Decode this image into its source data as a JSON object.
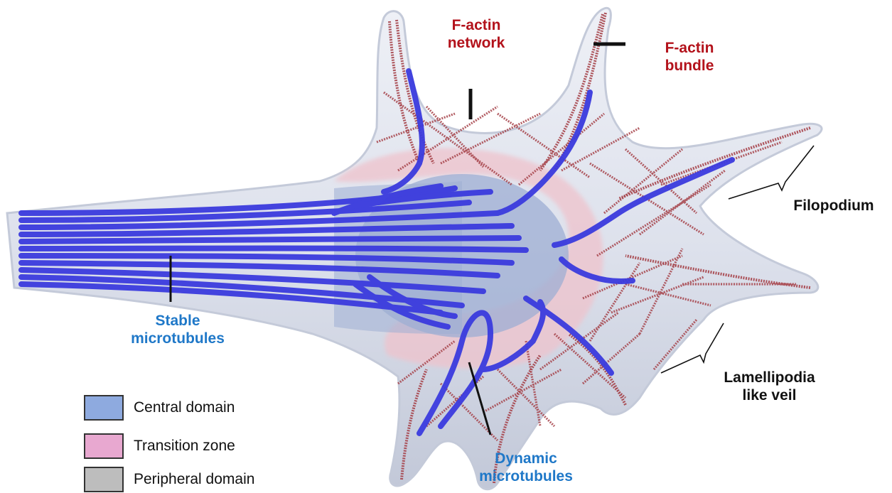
{
  "labels": {
    "factin_network": [
      "F-actin",
      "network"
    ],
    "factin_bundle": [
      "F-actin",
      "bundle"
    ],
    "filopodium": "Filopodium",
    "lamellipodia": [
      "Lamellipodia",
      "like veil"
    ],
    "stable_mt": [
      "Stable",
      "microtubules"
    ],
    "dynamic_mt": [
      "Dynamic",
      "microtubules"
    ]
  },
  "legend": [
    {
      "label": "Central domain",
      "color": "#8eaadf"
    },
    {
      "label": "Transition zone",
      "color": "#e8a8d0"
    },
    {
      "label": "Peripheral domain",
      "color": "#bdbdbd"
    }
  ],
  "colors": {
    "cell_body": "#dfe3ee",
    "cell_outline": "#c7cddc",
    "central_domain": "#9eaed3",
    "transition_zone": "#eec4cc",
    "microtubule": "#3b3bde",
    "actin": "#a6434a",
    "label_red": "#b3121b",
    "label_blue": "#1f78c8"
  }
}
